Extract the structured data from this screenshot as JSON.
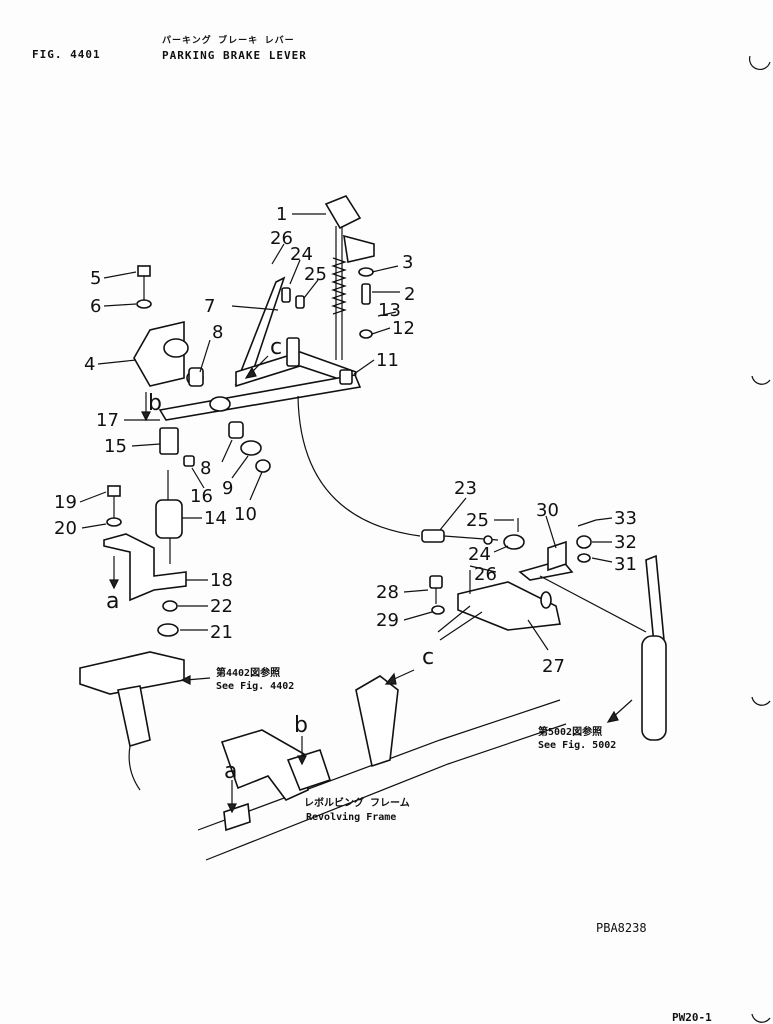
{
  "header": {
    "fig_number": "FIG. 4401",
    "title_katakana": "パーキング ブレーキ レバー",
    "title": "PARKING BRAKE LEVER"
  },
  "references": {
    "fig4402_jp": "第4402図参照",
    "fig4402_en": "See Fig. 4402",
    "fig5002_jp": "第5002図参照",
    "fig5002_en": "See Fig. 5002",
    "frame_jp": "レボルビング フレーム",
    "frame_en": "Revolving Frame"
  },
  "drawing_code": "PBA8238",
  "page_code": "PW20-1",
  "view_letters": [
    "a",
    "b",
    "c"
  ],
  "callouts": [
    "1",
    "2",
    "3",
    "4",
    "5",
    "6",
    "7",
    "8",
    "8",
    "9",
    "10",
    "11",
    "12",
    "13",
    "14",
    "15",
    "16",
    "17",
    "18",
    "19",
    "20",
    "21",
    "22",
    "23",
    "24",
    "24",
    "25",
    "25",
    "26",
    "26",
    "27",
    "28",
    "29",
    "30",
    "31",
    "32",
    "33"
  ]
}
